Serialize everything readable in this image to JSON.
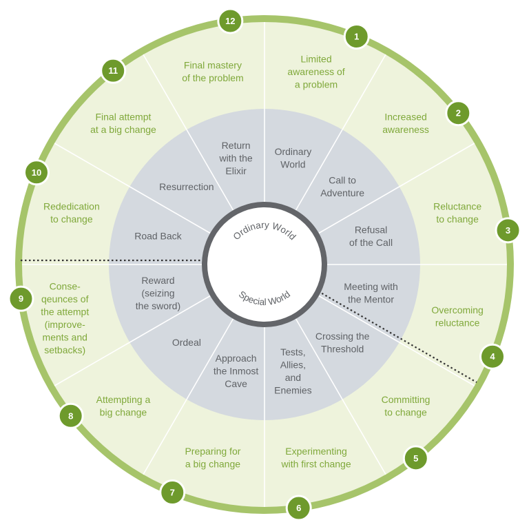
{
  "center": {
    "top": "Ordinary World",
    "bottom": "Special World"
  },
  "segments": [
    {
      "number": "1",
      "outer": [
        "Limited",
        "awareness of",
        "a problem"
      ],
      "inner": [
        "Ordinary",
        "World"
      ]
    },
    {
      "number": "2",
      "outer": [
        "Increased",
        "awareness"
      ],
      "inner": [
        "Call to",
        "Adventure"
      ]
    },
    {
      "number": "3",
      "outer": [
        "Reluctance",
        "to change"
      ],
      "inner": [
        "Refusal",
        "of the Call"
      ]
    },
    {
      "number": "4",
      "outer": [
        "Overcoming",
        "reluctance"
      ],
      "inner": [
        "Meeting with",
        "the Mentor"
      ]
    },
    {
      "number": "5",
      "outer": [
        "Committing",
        "to change"
      ],
      "inner": [
        "Crossing the",
        "Threshold"
      ]
    },
    {
      "number": "6",
      "outer": [
        "Experimenting",
        "with first change"
      ],
      "inner": [
        "Tests,",
        "Allies,",
        "and",
        "Enemies"
      ]
    },
    {
      "number": "7",
      "outer": [
        "Preparing for",
        "a big change"
      ],
      "inner": [
        "Approach",
        "the Inmost",
        "Cave"
      ]
    },
    {
      "number": "8",
      "outer": [
        "Attempting a",
        "big change"
      ],
      "inner": [
        "Ordeal"
      ]
    },
    {
      "number": "9",
      "outer": [
        "Conse-",
        "qeunces of",
        "the attempt",
        "(improve-",
        "ments and",
        "setbacks)"
      ],
      "inner": [
        "Reward",
        "(seizing",
        "the sword)"
      ]
    },
    {
      "number": "10",
      "outer": [
        "Rededication",
        "to change"
      ],
      "inner": [
        "Road Back"
      ]
    },
    {
      "number": "11",
      "outer": [
        "Final attempt",
        "at a big change"
      ],
      "inner": [
        "Resurrection"
      ]
    },
    {
      "number": "12",
      "outer": [
        "Final mastery",
        "of the problem"
      ],
      "inner": [
        "Return",
        "with the",
        "Elixir"
      ]
    }
  ],
  "colors": {
    "outer_ring_border": "#a6c46a",
    "outer_fill": "#eef3dc",
    "inner_fill": "#d4d9df",
    "badge_fill": "#6e9a2c",
    "center_ring": "#636569",
    "outer_text": "#7fa83a",
    "inner_text": "#5f6266",
    "divider_line": "#333333"
  }
}
